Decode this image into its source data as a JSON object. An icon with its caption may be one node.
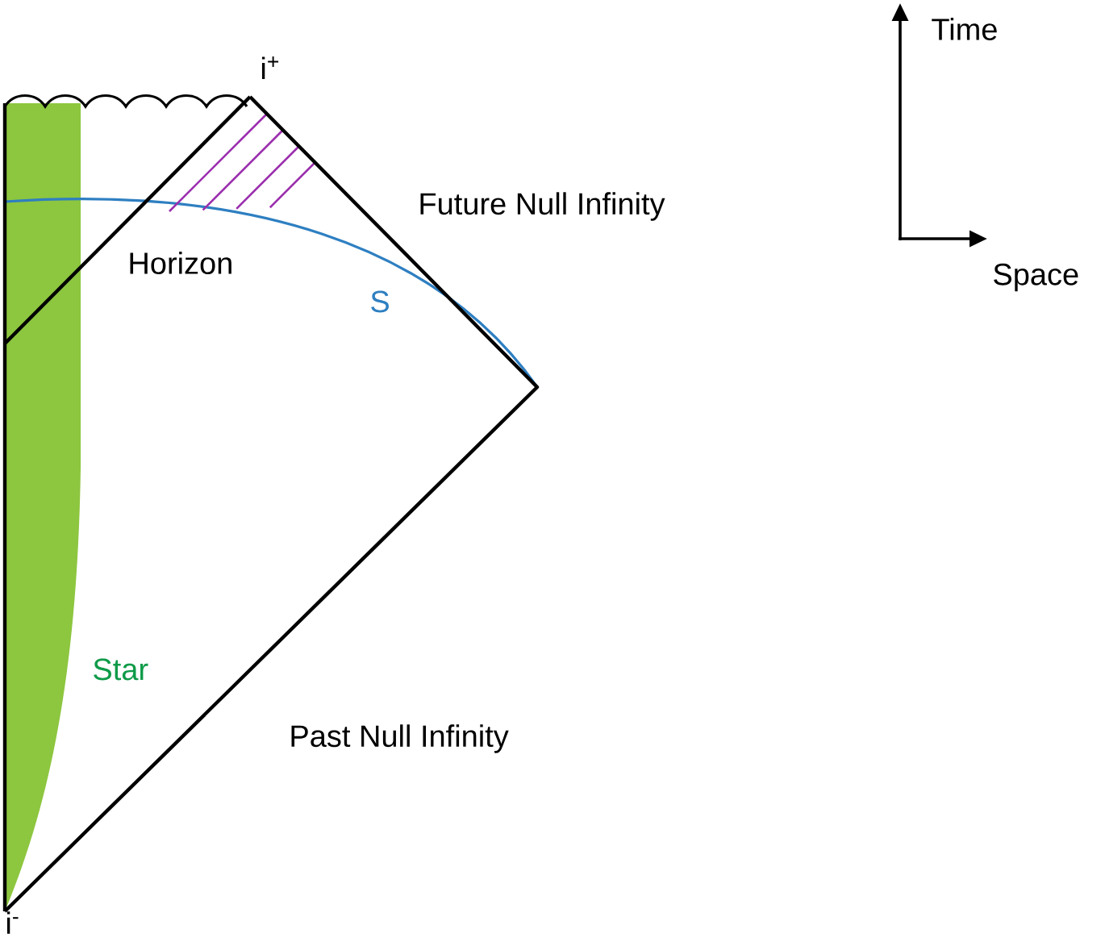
{
  "diagram": {
    "labels": [
      "i$^{+}$",
      "Future Null Infinity",
      "Horizon",
      "S",
      "Star",
      "Past Null Infinity",
      "i$^{-}$",
      "Time",
      "Space"
    ]
  }
}
